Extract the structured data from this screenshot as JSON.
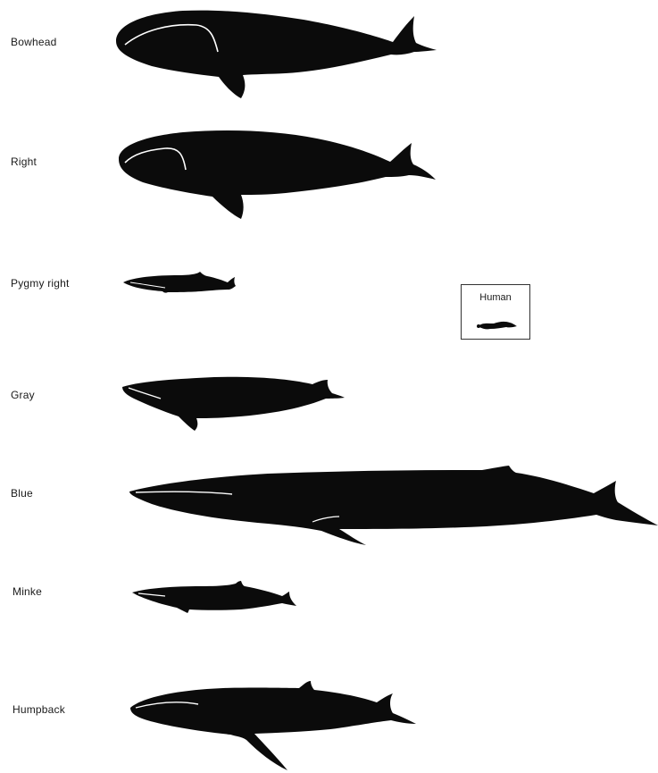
{
  "figure": {
    "whales": [
      {
        "id": "bowhead",
        "label": "Bowhead"
      },
      {
        "id": "right",
        "label": "Right"
      },
      {
        "id": "pygmy-right",
        "label": "Pygmy right"
      },
      {
        "id": "gray",
        "label": "Gray"
      },
      {
        "id": "blue",
        "label": "Blue"
      },
      {
        "id": "minke",
        "label": "Minke"
      },
      {
        "id": "humpback",
        "label": "Humpback"
      }
    ],
    "human": {
      "label": "Human"
    }
  },
  "colors": {
    "silhouette": "#0b0b0b",
    "background": "#ffffff",
    "highlight": "#ffffff"
  }
}
